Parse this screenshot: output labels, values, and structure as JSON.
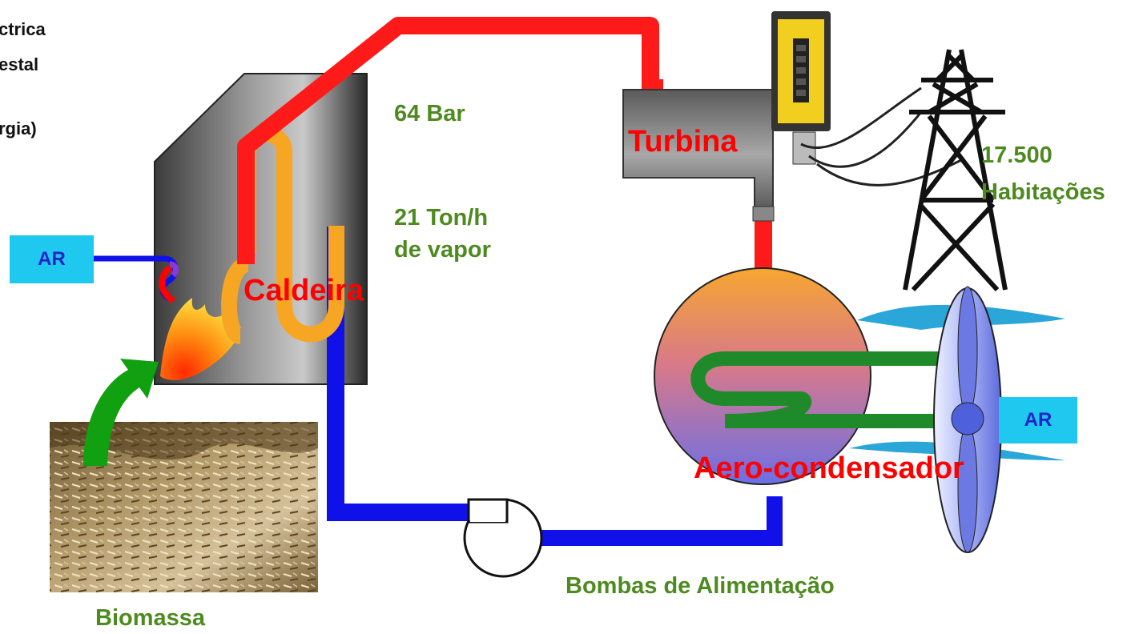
{
  "title_lines": [
    "ctrica",
    "estal",
    "rgia)"
  ],
  "labels": {
    "pressure": "64 Bar",
    "steam_line1": "21 Ton/h",
    "steam_line2": "de vapor",
    "boiler": "Caldeira",
    "turbine": "Turbina",
    "homes_line1": "17.500",
    "homes_line2": "Habitações",
    "condenser": "Aero-condensador",
    "pumps": "Bombas de Alimentação",
    "biomass": "Biomassa",
    "air_left": "AR",
    "air_right": "AR"
  },
  "colors": {
    "steam_pipe": "#ff1a1a",
    "water_pipe": "#1010e8",
    "boiler_coil": "#f6a623",
    "condenser_coil": "#1f8a2a",
    "label_green": "#4d8a1f",
    "label_red": "#ff0000",
    "air_box": "#1ec8ee",
    "biomass_arrow": "#10a010"
  },
  "icons": [
    "biomass-photo",
    "flame-icon",
    "fan-icon",
    "pylon-icon",
    "generator-icon",
    "pump-icon"
  ]
}
